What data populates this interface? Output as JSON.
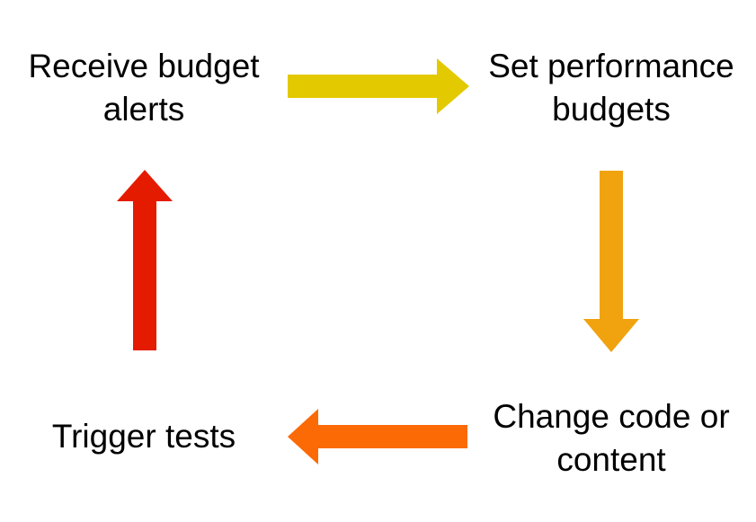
{
  "steps": {
    "receive_alerts": {
      "line1": "Receive budget",
      "line2": "alerts"
    },
    "set_budgets": {
      "line1": "Set performance",
      "line2": "budgets"
    },
    "change_code": {
      "line1": "Change code or",
      "line2": "content"
    },
    "trigger_tests": {
      "line1": "Trigger tests"
    }
  },
  "colors": {
    "arrow_right": "#e3c900",
    "arrow_down": "#f0a30f",
    "arrow_left": "#fb6a05",
    "arrow_up": "#e51b00",
    "text": "#000000",
    "background": "#ffffff"
  }
}
